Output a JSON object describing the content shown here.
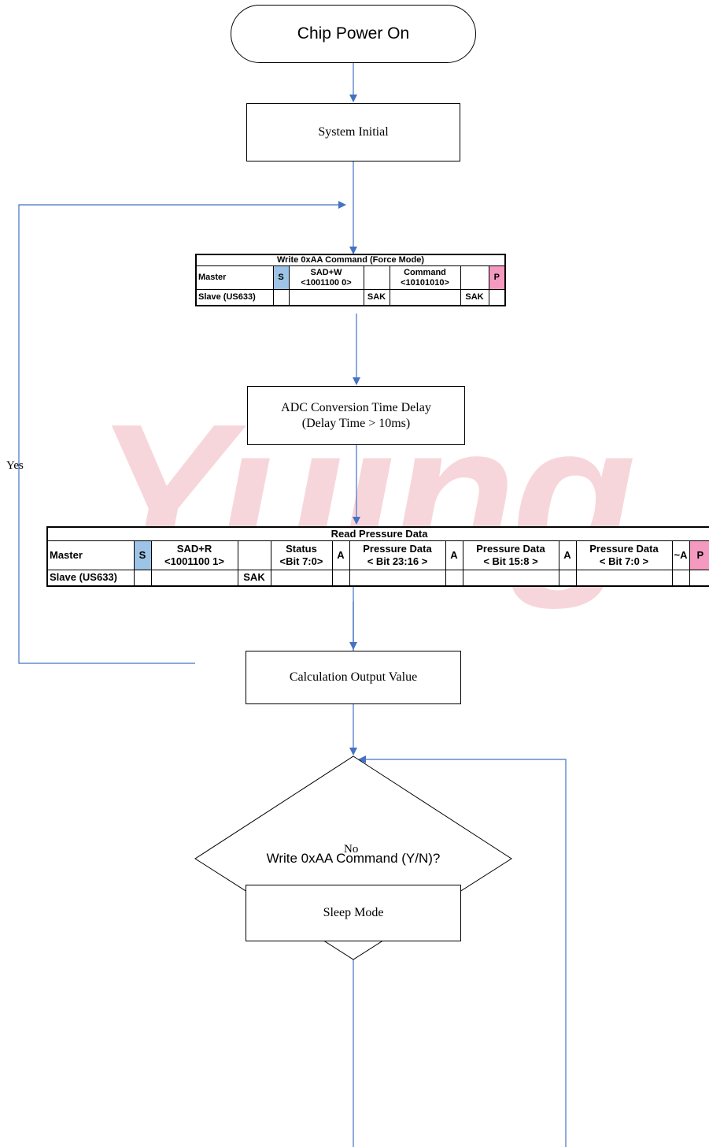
{
  "nodes": {
    "start": "Chip Power On",
    "init": "System Initial",
    "delay": "ADC Conversion Time Delay\n(Delay Time > 10ms)",
    "calc": "Calculation Output Value",
    "decision": "Write 0xAA Command (Y/N)?",
    "sleep": "Sleep Mode"
  },
  "labels": {
    "yes": "Yes",
    "no": "No"
  },
  "watermark": "Yuing",
  "write_table": {
    "title": "Write 0xAA  Command (Force Mode)",
    "master_label": "Master",
    "slave_label": "Slave (US633)",
    "s": "S",
    "sad_w": "SAD+W\n<1001100 0>",
    "command": "Command\n<10101010>",
    "p": "P",
    "sak": "SAK"
  },
  "read_table": {
    "title": "Read Pressure Data",
    "master_label": "Master",
    "slave_label": "Slave (US633)",
    "s": "S",
    "sad_r": "SAD+R\n<1001100 1>",
    "sak": "SAK",
    "status": "Status\n<Bit 7:0>",
    "a": "A",
    "pd1": "Pressure Data\n< Bit 23:16 >",
    "pd2": "Pressure Data\n< Bit 15:8 >",
    "pd3": "Pressure Data\n< Bit 7:0 >",
    "na": "~A",
    "p": "P"
  },
  "colors": {
    "line": "#4472c4",
    "s_cell": "#9dc3e6",
    "p_cell": "#f49ac1",
    "watermark": "#f2b5bf"
  }
}
